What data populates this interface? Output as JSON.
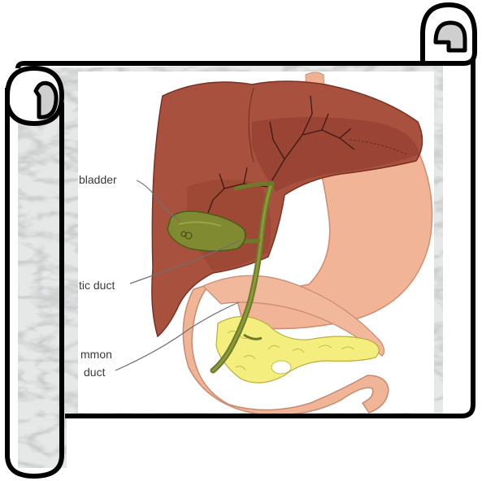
{
  "labels": {
    "gallbladder": "bladder",
    "hepatic_duct": "tic duct",
    "common_bile_duct_line1": "mmon",
    "common_bile_duct_line2": "duct"
  },
  "colors": {
    "scroll_outline": "#000000",
    "roll_fill": "#d0d0d0",
    "liver": "#a9513f",
    "liver_dark": "#8e3b2c",
    "stomach": "#f2b497",
    "gallbladder": "#7f8a31",
    "pancreas": "#f4ee7e",
    "bile_duct": "#6d7a2a",
    "marble_base": "#e3e4e4"
  },
  "icons": [
    "scroll-frame",
    "anatomy-illustration"
  ]
}
